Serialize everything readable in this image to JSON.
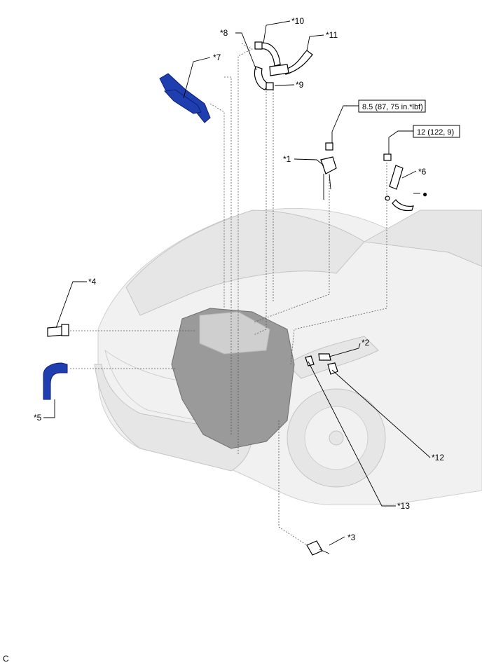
{
  "callouts": {
    "c1": "*1",
    "c2": "*2",
    "c3": "*3",
    "c4": "*4",
    "c5": "*5",
    "c6": "*6",
    "c7": "*7",
    "c8": "*8",
    "c9": "*9",
    "c10": "*10",
    "c11": "*11",
    "c12": "*12",
    "c13": "*13"
  },
  "torque": {
    "nut_1": "8.5 (87, 75 in.*lbf)",
    "nut_6": "12 (122, 9)"
  },
  "symbols": {
    "non_reusable": "●"
  },
  "footer": {
    "code": "C"
  },
  "colors": {
    "highlight_part": "#1f3fb0",
    "vehicle_ghost": "#f1f1f1",
    "engine": "#9a9a9a"
  }
}
